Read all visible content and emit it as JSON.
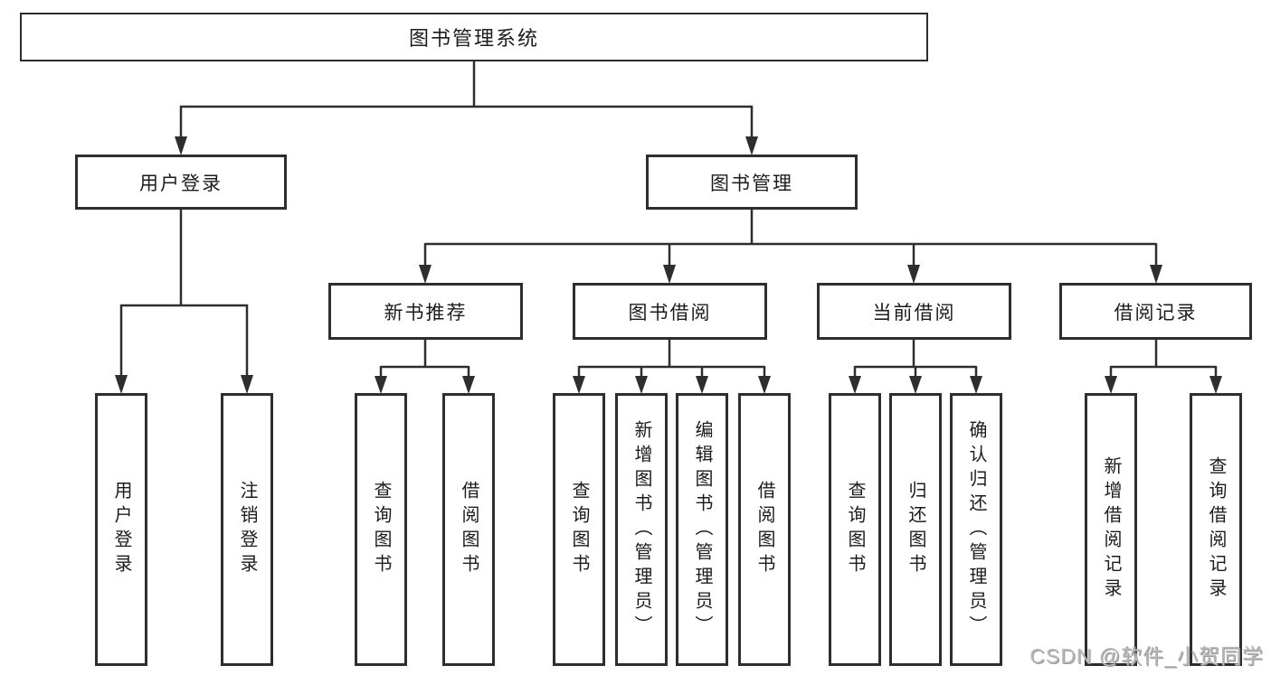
{
  "diagram": {
    "root": {
      "label": "图书管理系统",
      "children": [
        {
          "label": "用户登录",
          "children": [
            {
              "label": "用户登录"
            },
            {
              "label": "注销登录"
            }
          ]
        },
        {
          "label": "图书管理",
          "children": [
            {
              "label": "新书推荐",
              "children": [
                {
                  "label": "查询图书"
                },
                {
                  "label": "借阅图书"
                }
              ]
            },
            {
              "label": "图书借阅",
              "children": [
                {
                  "label": "查询图书"
                },
                {
                  "label": "新增图书（管理员）"
                },
                {
                  "label": "编辑图书（管理员）"
                },
                {
                  "label": "借阅图书"
                }
              ]
            },
            {
              "label": "当前借阅",
              "children": [
                {
                  "label": "查询图书"
                },
                {
                  "label": "归还图书"
                },
                {
                  "label": "确认归还（管理员）"
                }
              ]
            },
            {
              "label": "借阅记录",
              "children": [
                {
                  "label": "新增借阅记录"
                },
                {
                  "label": "查询借阅记录"
                }
              ]
            }
          ]
        }
      ]
    }
  },
  "watermark": {
    "text": "CSDN @软件_小贺同学"
  },
  "colors": {
    "line": "#2e2e2e",
    "box_border": "#2e2e2e",
    "text": "#1c1c1c",
    "watermark": "#b8b8b8",
    "background": "#ffffff"
  }
}
